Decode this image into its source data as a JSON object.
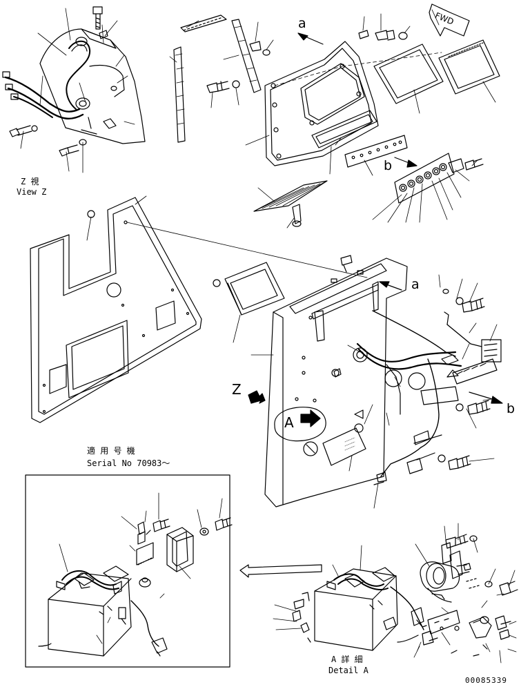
{
  "view_z": {
    "jp": "Z  視",
    "en": "View Z"
  },
  "serial": {
    "jp": "適 用 号 機",
    "en": "Serial No 70983～"
  },
  "detail_a": {
    "jp": "A 詳 細",
    "en": "Detail A"
  },
  "drawing_number": "00085339",
  "callouts": {
    "fwd": "FWD",
    "a": "a",
    "b": "b",
    "z": "Z",
    "detail_bubble": "A"
  }
}
